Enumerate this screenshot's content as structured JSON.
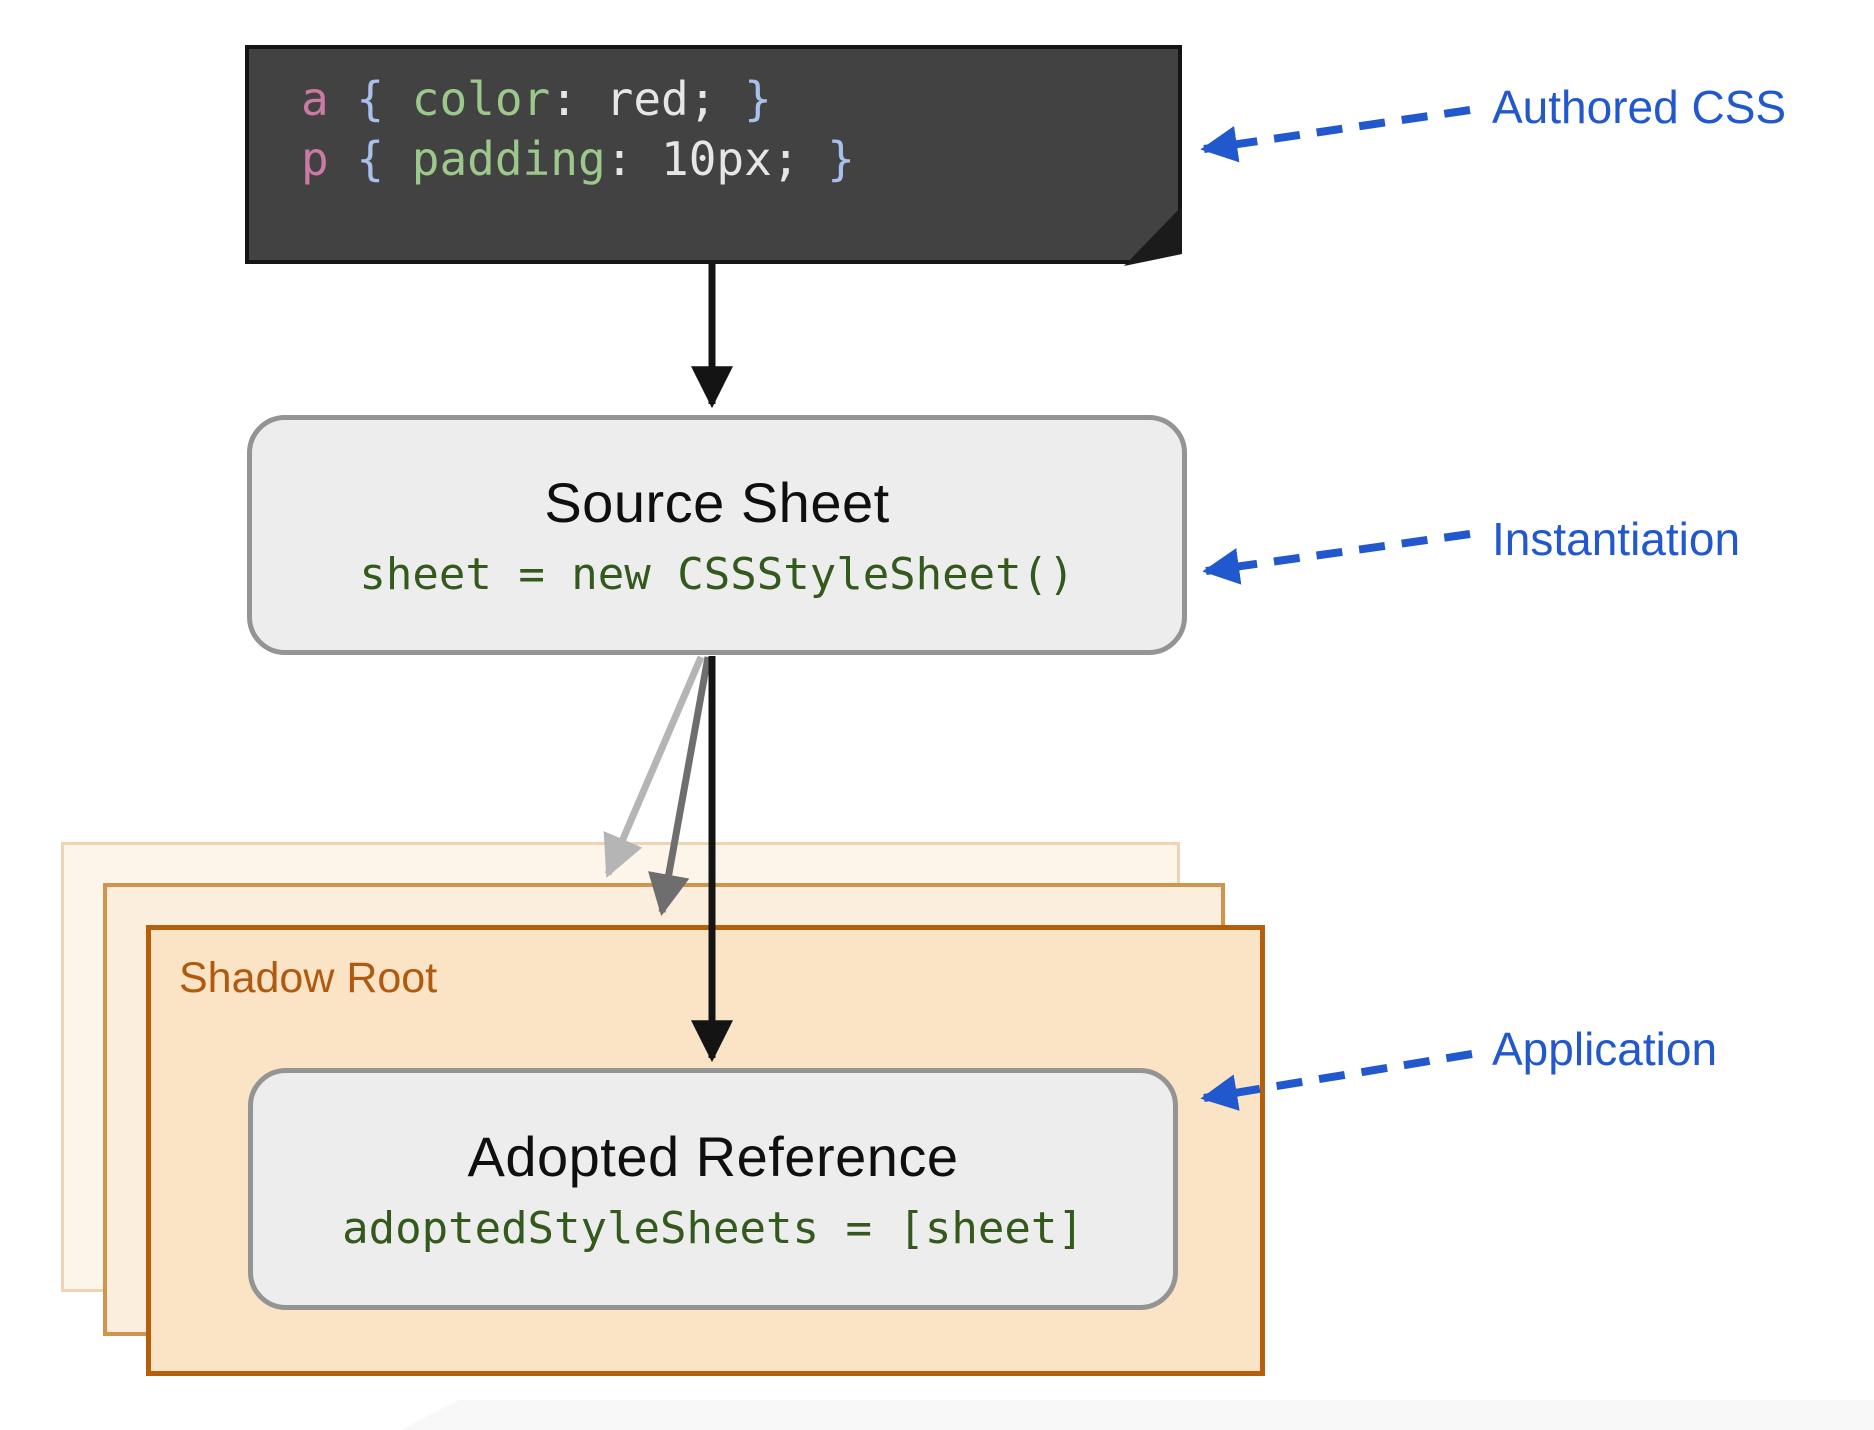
{
  "code_block": {
    "line1": {
      "selector": "a ",
      "open": "{ ",
      "property": "color",
      "value": ": red; ",
      "close": "}"
    },
    "line2": {
      "selector": "p ",
      "open": "{ ",
      "property": "padding",
      "value": ": 10px; ",
      "close": "}"
    }
  },
  "source_sheet": {
    "title": "Source Sheet",
    "code": "sheet = new CSSStyleSheet()"
  },
  "shadow_root": {
    "label": "Shadow Root"
  },
  "adopted_reference": {
    "title": "Adopted Reference",
    "code": "adoptedStyleSheets = [sheet]"
  },
  "annotations": {
    "authored": {
      "label": "Authored CSS"
    },
    "instantiation": {
      "label": "Instantiation"
    },
    "application": {
      "label": "Application"
    }
  },
  "colors": {
    "annotation_blue": "#2158cd",
    "code_green": "#33591d",
    "shadow_root_orange": "#b45f0b",
    "selector_pink": "#c97ba3",
    "property_green": "#9cc98b",
    "brace_blue": "#a9c0ea",
    "box_border_gray": "#949494",
    "code_block_bg": "#424242",
    "stack_mid_border": "#d0944f",
    "stack_back_border": "#eed3b4"
  }
}
